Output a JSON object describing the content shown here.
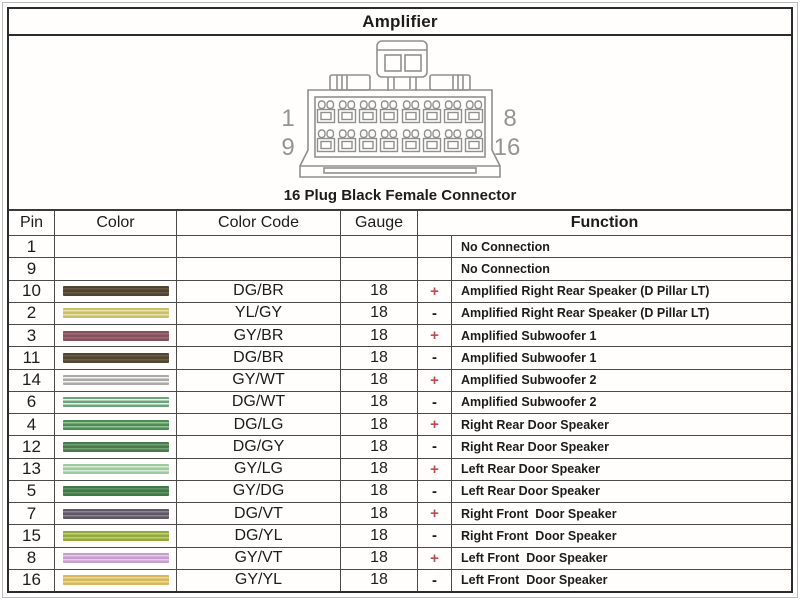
{
  "title": "Amplifier",
  "subtitle": "16 Plug Black Female Connector",
  "connector": {
    "description": "16-pin black female connector front view",
    "line_color": "#8f8f8f",
    "pin_labels": {
      "top_left": "1",
      "top_right": "8",
      "bottom_left": "9",
      "bottom_right": "16"
    }
  },
  "table": {
    "headers": [
      "Pin",
      "Color",
      "Color Code",
      "Gauge",
      "Function"
    ],
    "polarity_colors": {
      "plus": "#bf4b50",
      "minus": "#1a1a1a"
    },
    "rows": [
      {
        "pin": "1",
        "color_code": "",
        "gauge": "",
        "polarity": "",
        "function": "No Connection",
        "swatch": null
      },
      {
        "pin": "9",
        "color_code": "",
        "gauge": "",
        "polarity": "",
        "function": "No Connection",
        "swatch": null
      },
      {
        "pin": "10",
        "color_code": "DG/BR",
        "gauge": "18",
        "polarity": "+",
        "function": "Amplified Right Rear Speaker (D Pillar LT)",
        "swatch": {
          "main": "#4e4233",
          "stripe": "#6a5a44"
        }
      },
      {
        "pin": "2",
        "color_code": "YL/GY",
        "gauge": "18",
        "polarity": "-",
        "function": "Amplified Right Rear Speaker (D Pillar LT)",
        "swatch": {
          "main": "#c9bf6b",
          "stripe": "#e9e3a6"
        }
      },
      {
        "pin": "3",
        "color_code": "GY/BR",
        "gauge": "18",
        "polarity": "+",
        "function": "Amplified Subwoofer 1",
        "swatch": {
          "main": "#84505c",
          "stripe": "#a06a74"
        }
      },
      {
        "pin": "11",
        "color_code": "DG/BR",
        "gauge": "18",
        "polarity": "-",
        "function": "Amplified Subwoofer 1",
        "swatch": {
          "main": "#514631",
          "stripe": "#6d5f45"
        }
      },
      {
        "pin": "14",
        "color_code": "GY/WT",
        "gauge": "18",
        "polarity": "+",
        "function": "Amplified Subwoofer 2",
        "swatch": {
          "main": "#a9a9a7",
          "stripe": "#f4f4f2"
        }
      },
      {
        "pin": "6",
        "color_code": "DG/WT",
        "gauge": "18",
        "polarity": "-",
        "function": "Amplified Subwoofer 2",
        "swatch": {
          "main": "#6ba47a",
          "stripe": "#eef4ee"
        }
      },
      {
        "pin": "4",
        "color_code": "DG/LG",
        "gauge": "18",
        "polarity": "+",
        "function": "Right Rear Door Speaker",
        "swatch": {
          "main": "#4f8c55",
          "stripe": "#93c493"
        }
      },
      {
        "pin": "12",
        "color_code": "DG/GY",
        "gauge": "18",
        "polarity": "-",
        "function": "Right Rear Door Speaker",
        "swatch": {
          "main": "#49794d",
          "stripe": "#74a077"
        }
      },
      {
        "pin": "13",
        "color_code": "GY/LG",
        "gauge": "18",
        "polarity": "+",
        "function": "Left Rear Door Speaker",
        "swatch": {
          "main": "#9ecaa0",
          "stripe": "#d6ead6"
        }
      },
      {
        "pin": "5",
        "color_code": "GY/DG",
        "gauge": "18",
        "polarity": "-",
        "function": "Left Rear Door Speaker",
        "swatch": {
          "main": "#40784a",
          "stripe": "#629465"
        }
      },
      {
        "pin": "7",
        "color_code": "DG/VT",
        "gauge": "18",
        "polarity": "+",
        "function": "Right Front  Door Speaker",
        "swatch": {
          "main": "#5d5766",
          "stripe": "#8a8492"
        }
      },
      {
        "pin": "15",
        "color_code": "DG/YL",
        "gauge": "18",
        "polarity": "-",
        "function": "Right Front  Door Speaker",
        "swatch": {
          "main": "#93a73f",
          "stripe": "#c2cf70"
        }
      },
      {
        "pin": "8",
        "color_code": "GY/VT",
        "gauge": "18",
        "polarity": "+",
        "function": "Left Front  Door Speaker",
        "swatch": {
          "main": "#c69dcd",
          "stripe": "#e5cbe9"
        }
      },
      {
        "pin": "16",
        "color_code": "GY/YL",
        "gauge": "18",
        "polarity": "-",
        "function": "Left Front  Door Speaker",
        "swatch": {
          "main": "#d4b75f",
          "stripe": "#eeda90"
        }
      }
    ]
  }
}
